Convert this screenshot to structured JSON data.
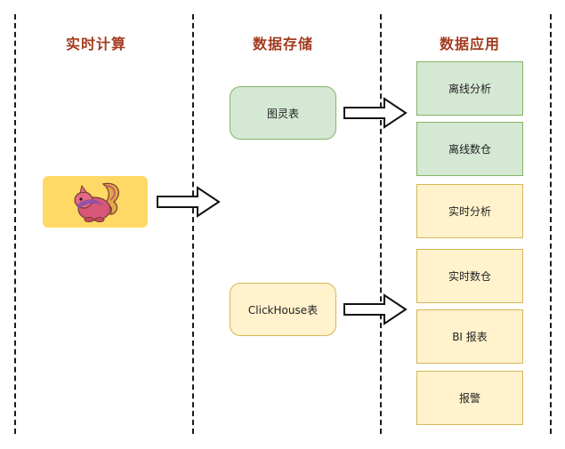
{
  "columns": {
    "compute": "实时计算",
    "storage": "数据存储",
    "apps": "数据应用"
  },
  "storage": {
    "hbase": "图灵表",
    "clickhouse": "ClickHouse表"
  },
  "apps": [
    {
      "label": "离线分析",
      "color": "green"
    },
    {
      "label": "离线数仓",
      "color": "green"
    },
    {
      "label": "实时分析",
      "color": "yellow"
    },
    {
      "label": "实时数仓",
      "color": "yellow"
    },
    {
      "label": "BI 报表",
      "color": "yellow"
    },
    {
      "label": "报警",
      "color": "yellow"
    }
  ],
  "flink_logo": "flink-squirrel-icon"
}
